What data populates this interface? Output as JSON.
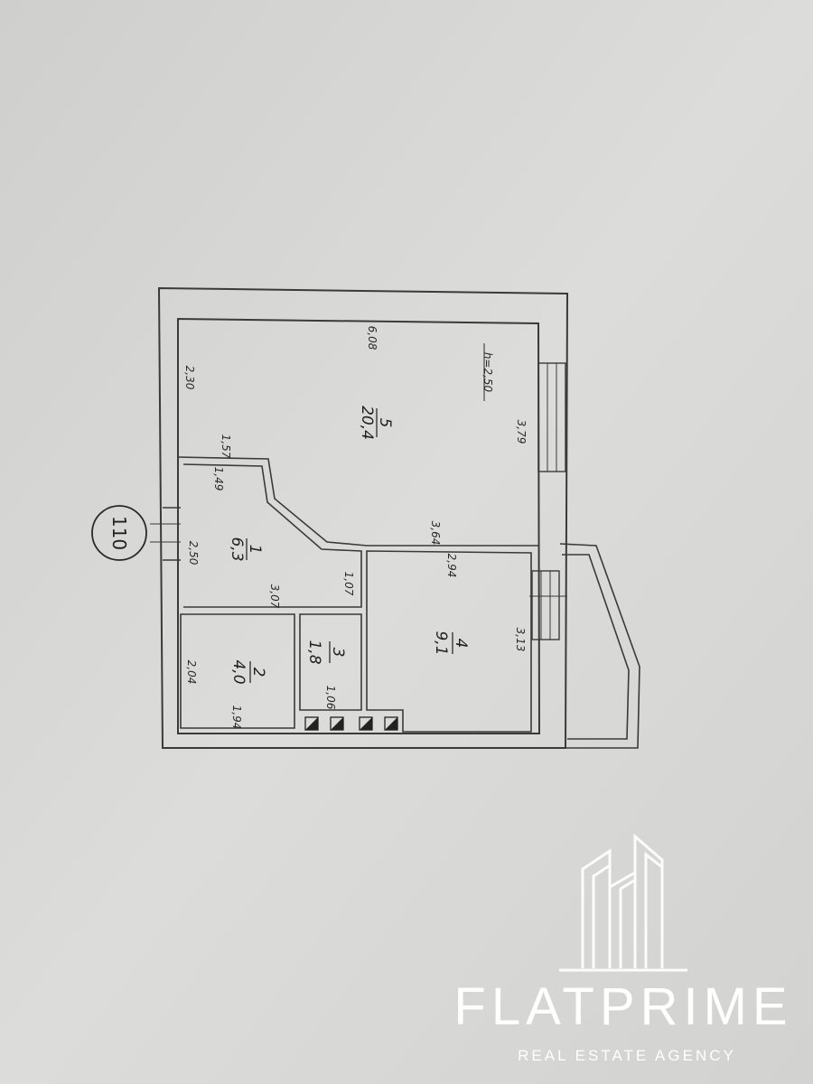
{
  "plan": {
    "apartment_number": "110",
    "ceiling_height": "h=2,50",
    "rooms": [
      {
        "number": "5",
        "area": "20,4"
      },
      {
        "number": "1",
        "area": "6,3"
      },
      {
        "number": "2",
        "area": "4,0"
      },
      {
        "number": "3",
        "area": "1,8"
      },
      {
        "number": "4",
        "area": "9,1"
      }
    ],
    "dimensions": [
      "6,08",
      "2,30",
      "1,57",
      "3,79",
      "1,49",
      "3,64",
      "2,50",
      "3,07",
      "1,07",
      "2,94",
      "3,13",
      "2,04",
      "1,94",
      "1,06"
    ]
  },
  "watermark": {
    "name": "FLATPRIME",
    "tagline": "REAL ESTATE AGENCY"
  }
}
